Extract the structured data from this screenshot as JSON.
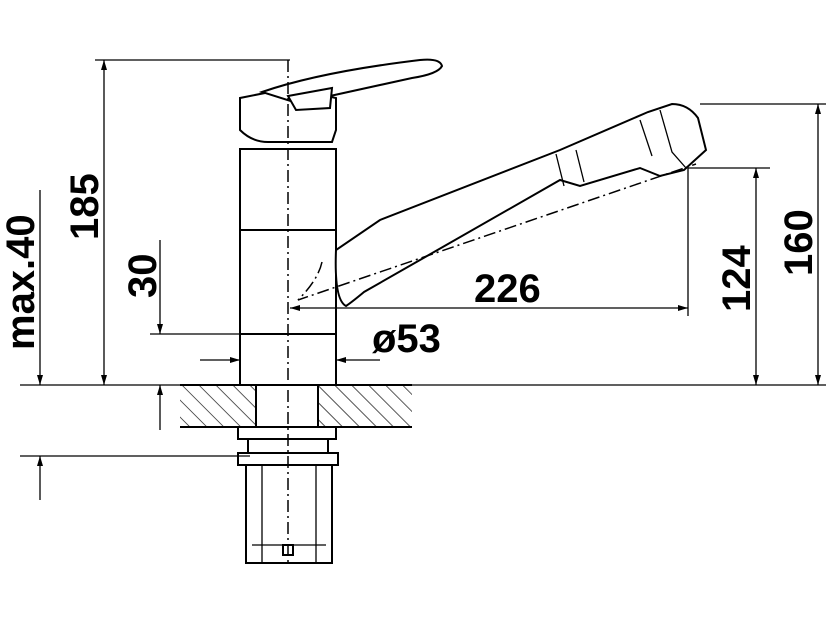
{
  "dimensions": {
    "max_thickness": "max.40",
    "total_height": "185",
    "base_height": "30",
    "base_diameter": "ø53",
    "spout_reach": "226",
    "spout_outlet_height": "124",
    "spout_top_height": "160"
  }
}
